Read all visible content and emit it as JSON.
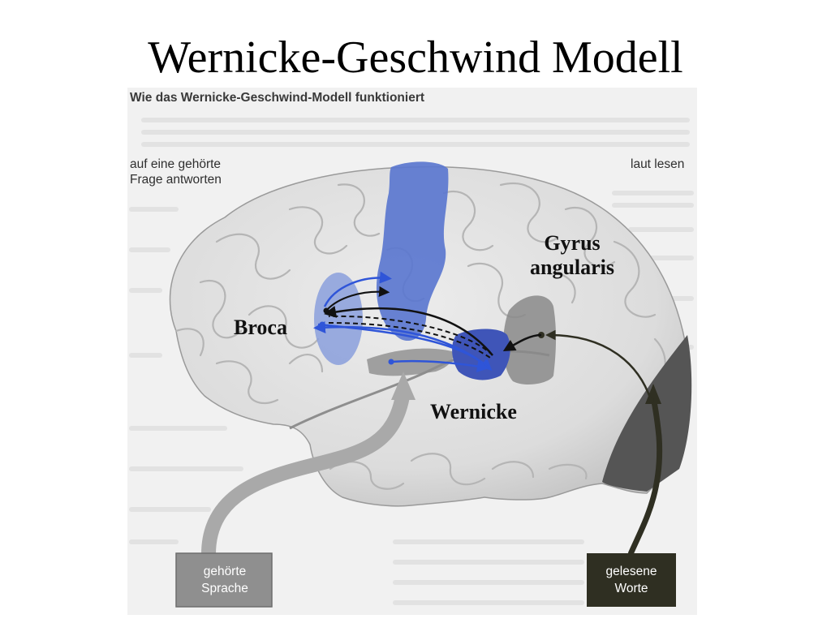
{
  "slide": {
    "title": "Wernicke-Geschwind Modell"
  },
  "figure": {
    "heading": "Wie das Wernicke-Geschwind-Modell funktioniert",
    "label_question": "auf eine gehörte Frage antworten",
    "label_read_aloud": "laut lesen",
    "input_heard": "gehörte Sprache",
    "input_read": "gelesene Worte"
  },
  "regions": {
    "broca": "Broca",
    "wernicke": "Wernicke",
    "angular": "Gyrus angularis"
  },
  "colors": {
    "broca": "#8a9fdc",
    "wernicke": "#3f55b8",
    "motor": "#5b77cf",
    "angular": "#8a8a8a",
    "visual": "#555555",
    "heard_arrow": "#a9a9a9",
    "read_arrow": "#2f2f22",
    "brain": "#e3e3e3"
  }
}
